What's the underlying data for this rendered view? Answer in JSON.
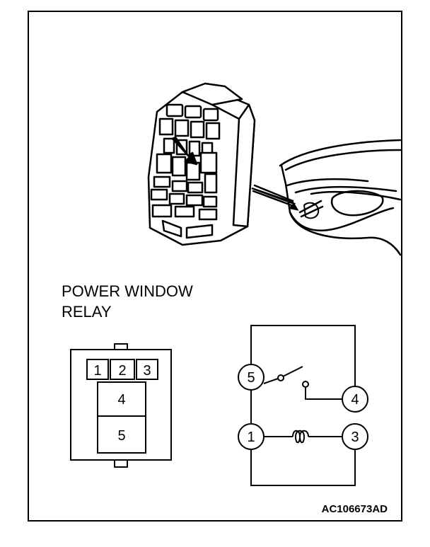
{
  "caption": {
    "line1": "POWER WINDOW",
    "line2": "RELAY"
  },
  "connector": {
    "pins": [
      "1",
      "2",
      "3",
      "4",
      "5"
    ]
  },
  "schematic": {
    "terminals": [
      "5",
      "4",
      "1",
      "3"
    ]
  },
  "figure_code": "AC106673AD",
  "colors": {
    "line": "#000000",
    "background": "#ffffff"
  }
}
